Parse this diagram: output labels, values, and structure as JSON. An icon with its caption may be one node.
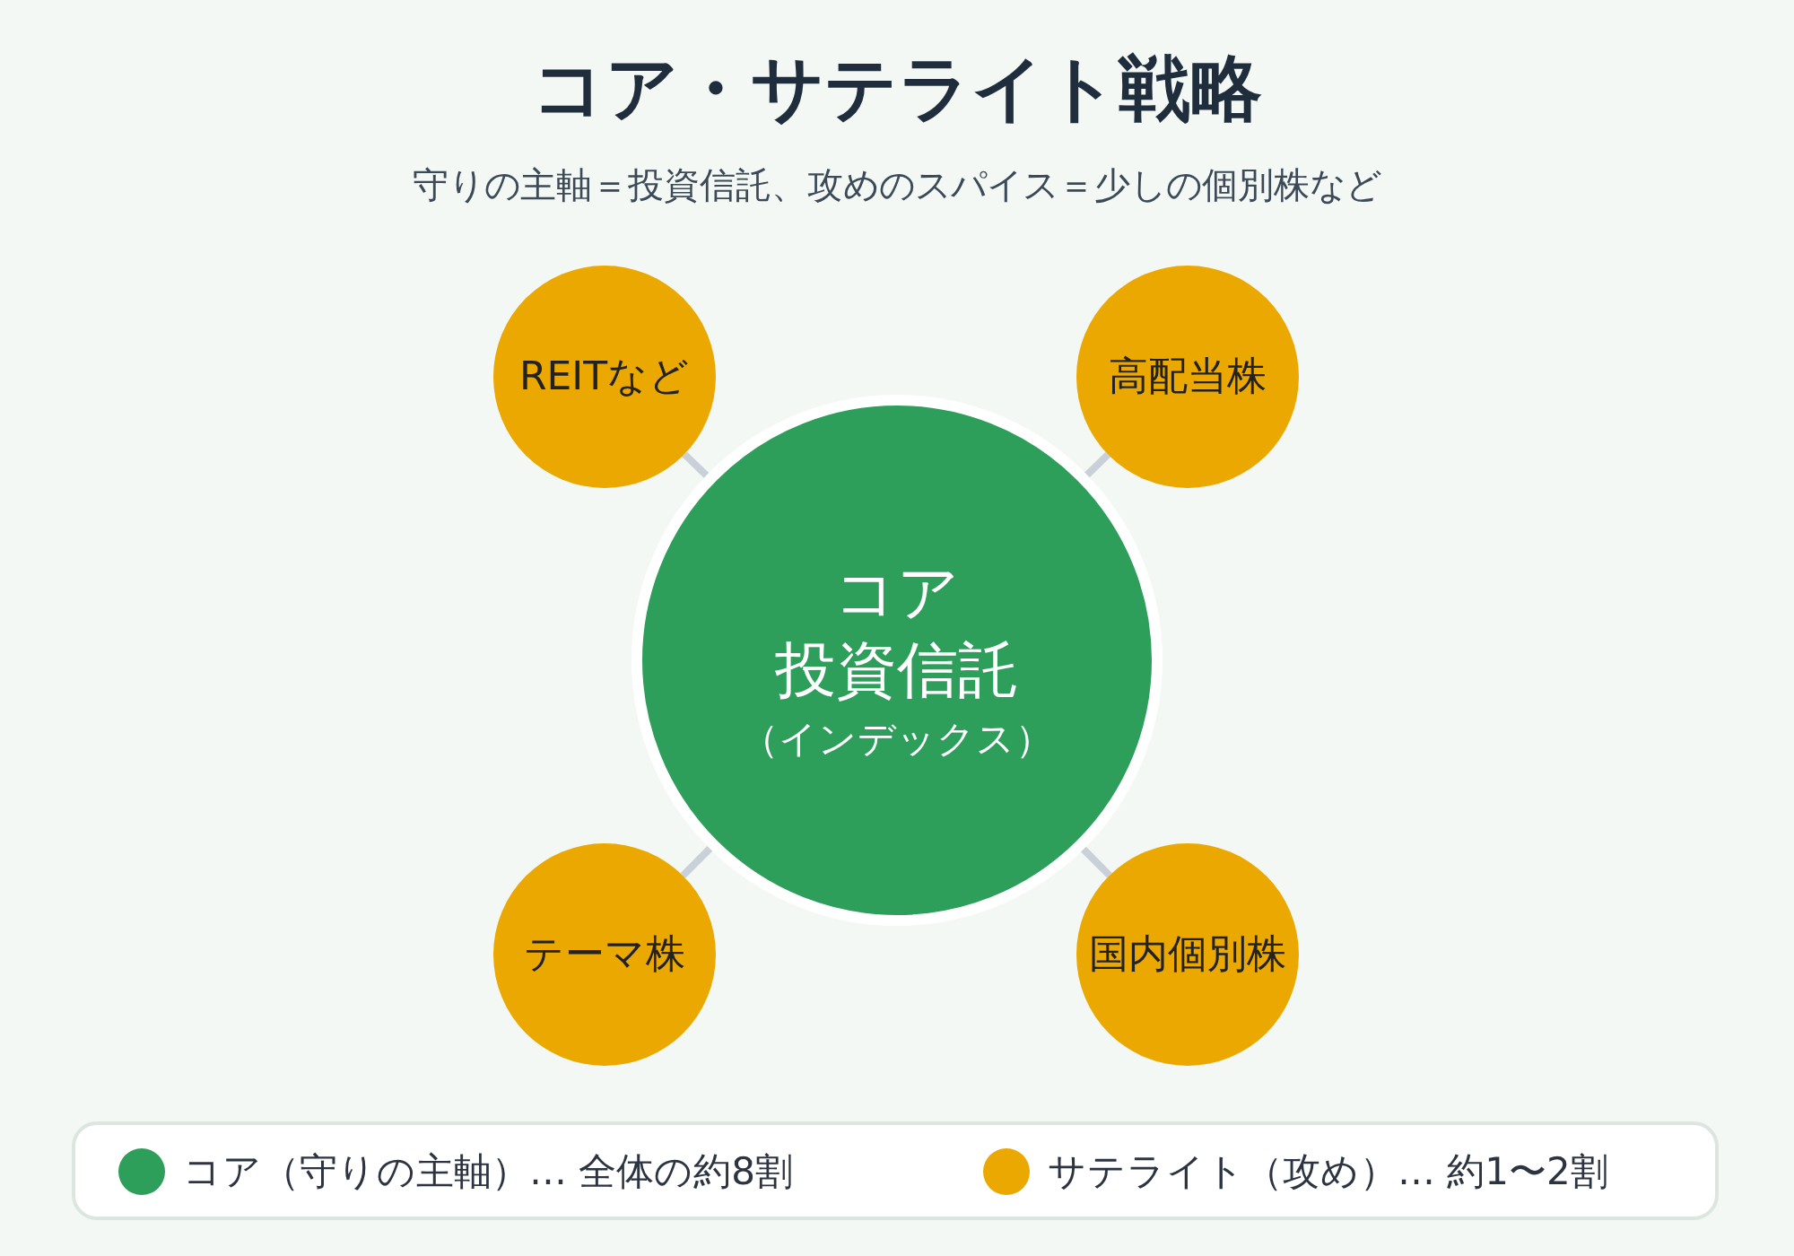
{
  "diagram": {
    "title": "コア・サテライト戦略",
    "caption": "守りの主軸＝投資信託、攻めのスパイス＝少しの個別株など",
    "nodes": [
      {
        "text": [
          "コア",
          "投資信託",
          "（インデックス）"
        ]
      },
      {
        "text": [
          "REITなど"
        ]
      },
      {
        "text": [
          "高配当株"
        ]
      },
      {
        "text": [
          "テーマ株"
        ]
      },
      {
        "text": [
          "国内個別株"
        ]
      }
    ],
    "edges": [
      {
        "from": 0,
        "to": 1,
        "arrow": "none"
      },
      {
        "from": 0,
        "to": 2,
        "arrow": "none"
      },
      {
        "from": 0,
        "to": 3,
        "arrow": "none"
      },
      {
        "from": 0,
        "to": 4,
        "arrow": "none"
      }
    ],
    "legend": [
      {
        "text": "コア（守りの主軸）… 全体の約8割",
        "color": "#2e9e5b"
      },
      {
        "text": "サテライト（攻め）… 約1〜2割",
        "color": "#eba800"
      }
    ]
  }
}
